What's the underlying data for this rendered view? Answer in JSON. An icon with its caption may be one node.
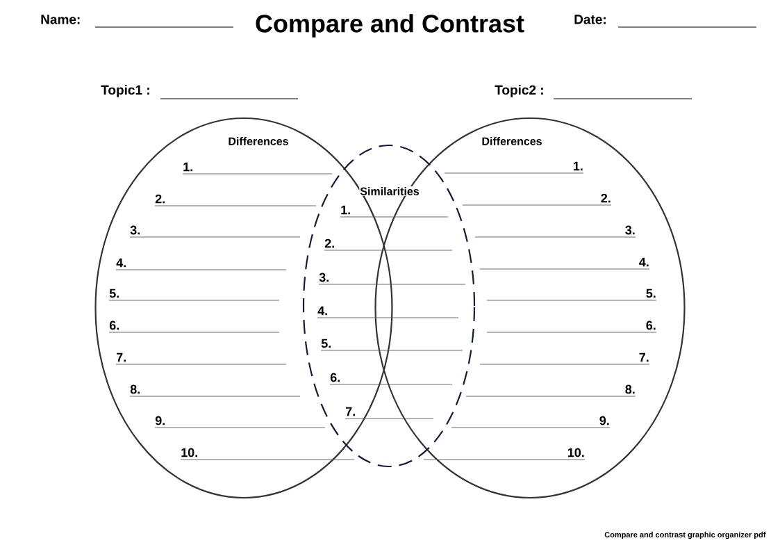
{
  "diagram": {
    "title": "Compare and Contrast",
    "caption": "Compare and contrast graphic organizer pdf",
    "nodes": [
      {
        "text": [
          "Differences"
        ]
      },
      {
        "text": [
          "Differences"
        ]
      },
      {
        "text": [
          "Similarities"
        ]
      }
    ],
    "labels": [
      "Name:",
      "Date:",
      "Topic1 :",
      "Topic2 :",
      "1.",
      "2.",
      "3.",
      "4.",
      "5.",
      "6.",
      "7.",
      "8.",
      "9.",
      "10.",
      "1.",
      "2.",
      "3.",
      "4.",
      "5.",
      "6.",
      "7.",
      "8.",
      "9.",
      "10.",
      "1.",
      "2.",
      "3.",
      "4.",
      "5.",
      "6.",
      "7."
    ]
  }
}
